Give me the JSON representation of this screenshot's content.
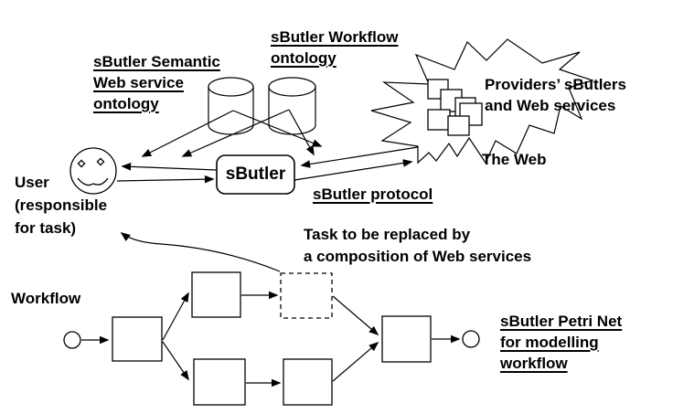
{
  "colors": {
    "ink": "#000000",
    "background": "#ffffff"
  },
  "labels": {
    "semantic_ontology": {
      "lines": [
        "sButler Semantic",
        "Web service",
        "ontology"
      ],
      "underlined": true
    },
    "workflow_ontology": {
      "lines": [
        "sButler Workflow",
        "ontology"
      ],
      "underlined": true
    },
    "providers": {
      "lines": [
        "Providers’ sButlers",
        "and Web services"
      ],
      "underlined": false
    },
    "the_web": {
      "text": "The Web"
    },
    "user": {
      "lines": [
        "User",
        "(responsible",
        "for task)"
      ],
      "underlined": false
    },
    "sbutler_box": {
      "text": "sButler"
    },
    "protocol": {
      "text": "sButler protocol",
      "underlined": true
    },
    "task": {
      "lines": [
        "Task to be replaced by",
        "a composition of Web services"
      ],
      "underlined": false
    },
    "workflow": {
      "text": "Workflow"
    },
    "petri_net": {
      "lines": [
        "sButler Petri Net",
        "for modelling",
        "workflow"
      ],
      "underlined": true
    }
  },
  "icons": {
    "user_face": "smiley-face",
    "ontology_store": "database-cylinder",
    "web_cloud": "starburst-explosion",
    "services": "overlapping-squares"
  }
}
